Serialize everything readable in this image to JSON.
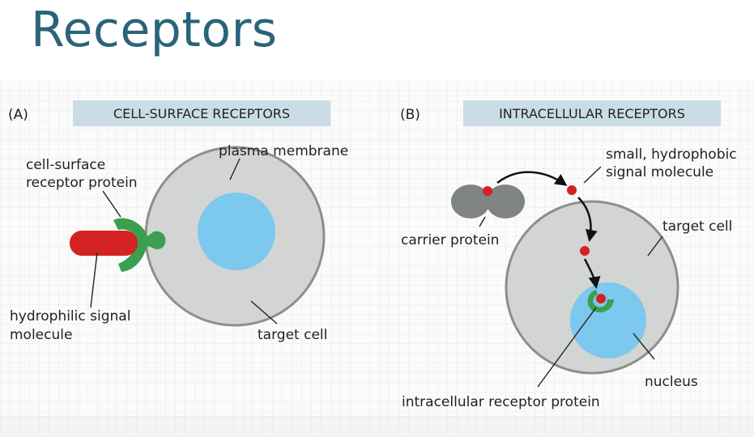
{
  "title": "Receptors",
  "panel_a": {
    "tag": "(A)",
    "header": "CELL-SURFACE RECEPTORS",
    "labels": {
      "receptor_line1": "cell-surface",
      "receptor_line2": "receptor protein",
      "membrane": "plasma membrane",
      "signal_line1": "hydrophilic signal",
      "signal_line2": "molecule",
      "target": "target cell"
    }
  },
  "panel_b": {
    "tag": "(B)",
    "header": "INTRACELLULAR RECEPTORS",
    "labels": {
      "signal_line1": "small, hydrophobic",
      "signal_line2": "signal molecule",
      "carrier": "carrier protein",
      "target": "target cell",
      "nucleus": "nucleus",
      "receptor": "intracellular receptor protein"
    }
  },
  "colors": {
    "title": "#2a6478",
    "header_bg": "#cadde6",
    "cell_fill": "#d2d5d3",
    "cell_stroke": "#8c8f8e",
    "nucleus": "#7cc8ef",
    "receptor": "#3a9f4f",
    "signal_red": "#d42222",
    "carrier": "#7f8382"
  }
}
